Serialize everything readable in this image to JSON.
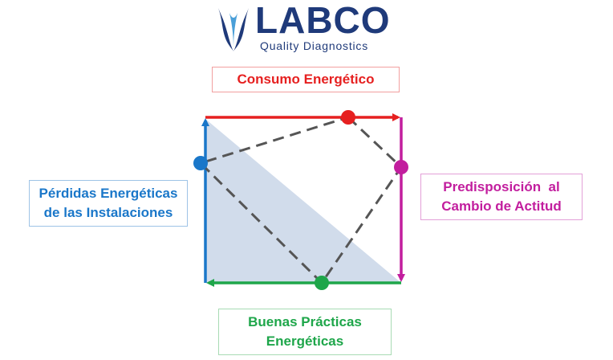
{
  "logo": {
    "brand": "LABCO",
    "tagline": "Quality Diagnostics"
  },
  "labels": {
    "top": "Consumo Energético",
    "left_line1": "Pérdidas Energéticas",
    "left_line2": "de las Instalaciones",
    "right_line1": "Predisposición  al",
    "right_line2": "Cambio de Actitud",
    "bottom_line1": "Buenas Prácticas",
    "bottom_line2": "Energéticas"
  },
  "colors": {
    "top": "#e62020",
    "left": "#1a77c9",
    "right": "#c21e9e",
    "bottom": "#1ea64a",
    "logo": "#1f3a7a",
    "shaded_triangle": "#c9d6e8",
    "dashed_line": "#555555"
  }
}
